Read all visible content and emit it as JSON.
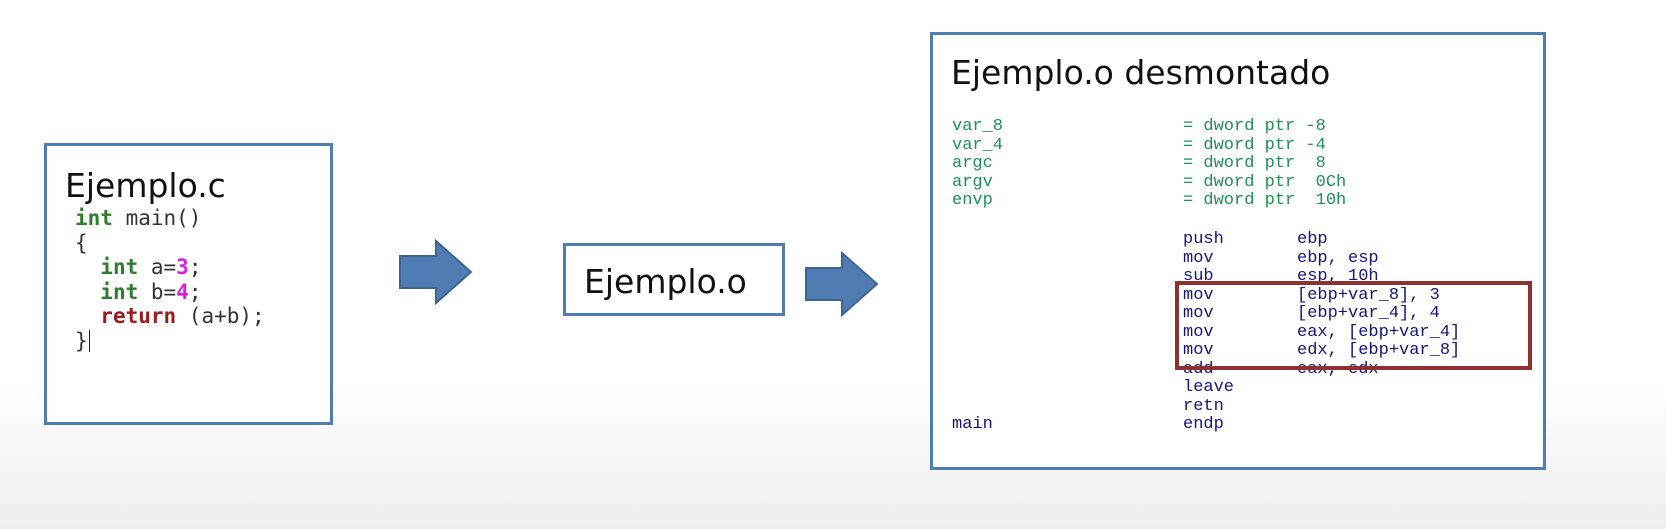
{
  "source": {
    "title": "Ejemplo.c",
    "code": {
      "line1_kw": "int",
      "line1_rest": " main()",
      "line2": "{",
      "line3_kw": "int",
      "line3_a": " a=",
      "line3_num": "3",
      "line3_end": ";",
      "line4_kw": "int",
      "line4_a": " b=",
      "line4_num": "4",
      "line4_end": ";",
      "line5_kw": "return",
      "line5_rest": " (a+b);",
      "line6": "}"
    }
  },
  "object": {
    "title": "Ejemplo.o"
  },
  "disassembly": {
    "title": "Ejemplo.o desmontado",
    "vars": [
      {
        "name": "var_8",
        "def": "= dword ptr -8"
      },
      {
        "name": "var_4",
        "def": "= dword ptr -4"
      },
      {
        "name": "argc",
        "def": "= dword ptr  8"
      },
      {
        "name": "argv",
        "def": "= dword ptr  0Ch"
      },
      {
        "name": "envp",
        "def": "= dword ptr  10h"
      }
    ],
    "instructions": [
      {
        "op": "push",
        "args": "ebp"
      },
      {
        "op": "mov",
        "args": "ebp, esp"
      },
      {
        "op": "sub",
        "args": "esp, 10h"
      },
      {
        "op": "mov",
        "args": "[ebp+var_8], 3"
      },
      {
        "op": "mov",
        "args": "[ebp+var_4], 4"
      },
      {
        "op": "mov",
        "args": "eax, [ebp+var_4]"
      },
      {
        "op": "mov",
        "args": "edx, [ebp+var_8]"
      },
      {
        "op": "add",
        "args": "eax, edx"
      },
      {
        "op": "leave",
        "args": ""
      },
      {
        "op": "retn",
        "args": ""
      }
    ],
    "footer_label": "main",
    "footer_op": "endp"
  },
  "colors": {
    "box_border": "#4f7cb2",
    "arrow_fill": "#4f7cb2",
    "highlight": "#8f3131",
    "asm_green": "#1f8f55",
    "asm_blue": "#14147a"
  }
}
